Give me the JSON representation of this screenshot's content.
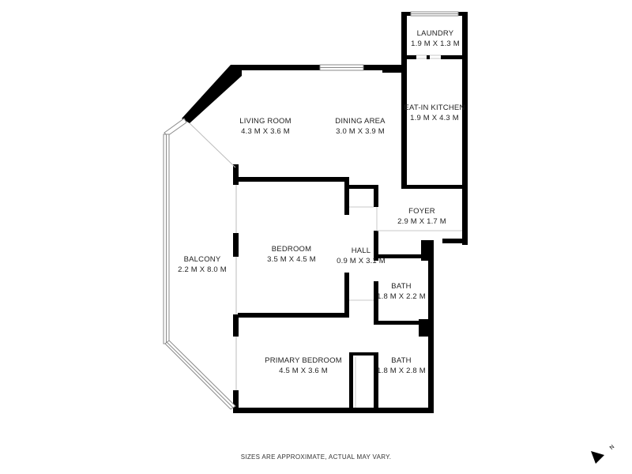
{
  "rooms": {
    "laundry": {
      "name": "LAUNDRY",
      "size": "1.9 M X 1.3 M"
    },
    "eat_in_kitchen": {
      "name": "EAT-IN KITCHEN",
      "size": "1.9 M X 4.3 M"
    },
    "living_room": {
      "name": "LIVING ROOM",
      "size": "4.3 M X 3.6 M"
    },
    "dining_area": {
      "name": "DINING AREA",
      "size": "3.0 M X 3.9 M"
    },
    "foyer": {
      "name": "FOYER",
      "size": "2.9 M X 1.7 M"
    },
    "balcony": {
      "name": "BALCONY",
      "size": "2.2 M X 8.0 M"
    },
    "bedroom": {
      "name": "BEDROOM",
      "size": "3.5 M X 4.5 M"
    },
    "hall": {
      "name": "HALL",
      "size": "0.9 M X 3.1 M"
    },
    "bath_upper": {
      "name": "BATH",
      "size": "1.8 M X 2.2 M"
    },
    "primary_bedroom": {
      "name": "PRIMARY BEDROOM",
      "size": "4.5 M X 3.6 M"
    },
    "bath_lower": {
      "name": "BATH",
      "size": "1.8 M X 2.8 M"
    }
  },
  "disclaimer": "SIZES ARE APPROXIMATE, ACTUAL MAY VARY.",
  "compass": {
    "letter": "N"
  },
  "colors": {
    "wall": "#000000",
    "window": "#9a9a9a",
    "background": "#ffffff"
  }
}
